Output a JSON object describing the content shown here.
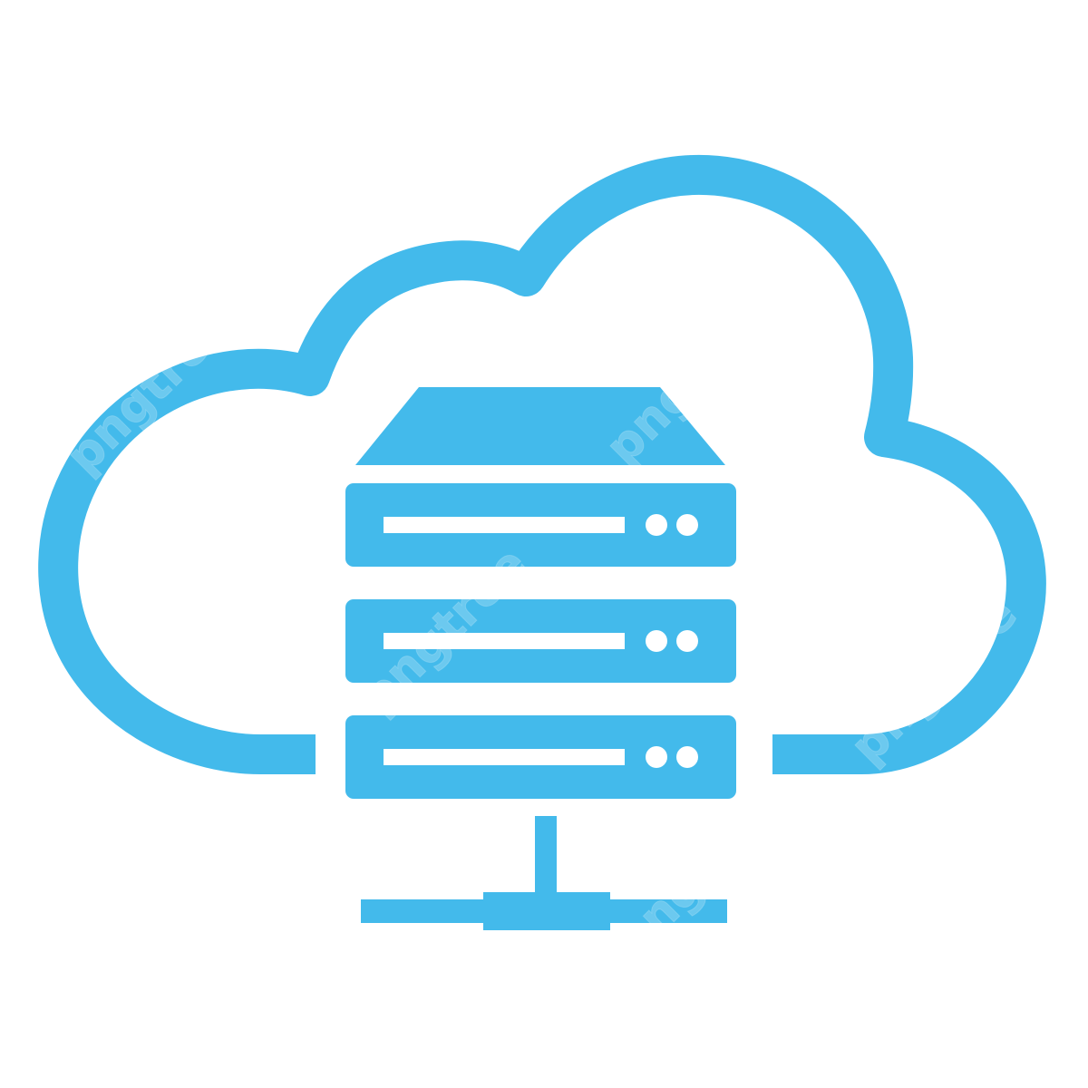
{
  "icon": {
    "name": "cloud-server-network",
    "color": "#43baeb",
    "background": "#ffffff"
  },
  "server": {
    "unit_count": 3,
    "leds_per_unit": 2
  },
  "watermark": {
    "text": "pngtree"
  }
}
